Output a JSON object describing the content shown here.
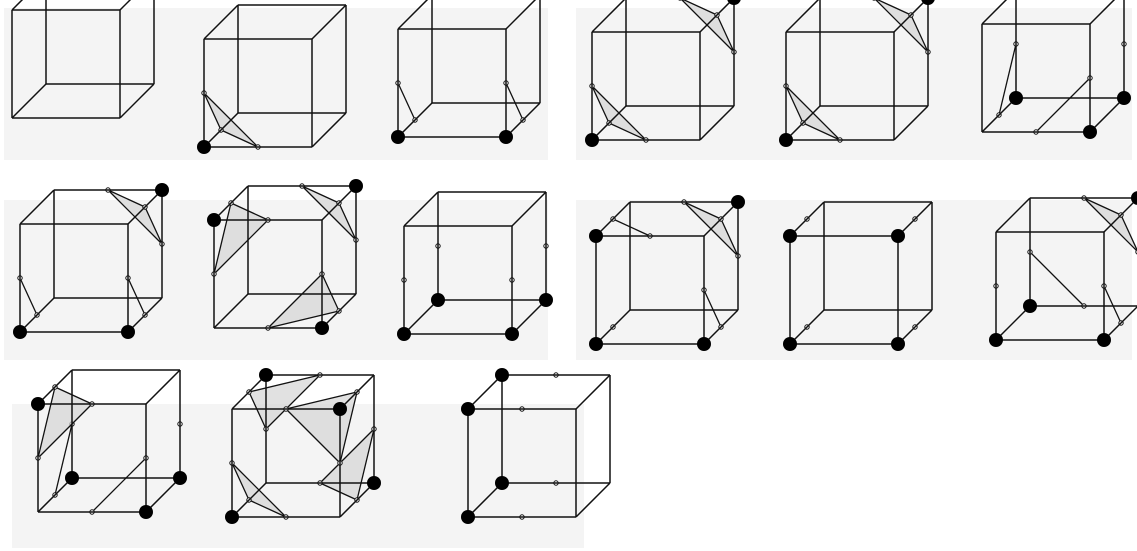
{
  "figure": {
    "description_visible_text": "",
    "colors": {
      "panel": "#f4f4f4",
      "line": "#111111",
      "fill": "#d4d4d4",
      "marked_vertex": "#000000"
    },
    "cases": [
      {
        "id": 0,
        "marked_vertices": []
      },
      {
        "id": 1,
        "marked_vertices": [
          0
        ]
      },
      {
        "id": 2,
        "marked_vertices": [
          0,
          1
        ]
      },
      {
        "id": 3,
        "marked_vertices": [
          0,
          6
        ]
      },
      {
        "id": 4,
        "marked_vertices": [
          0,
          6
        ]
      },
      {
        "id": 5,
        "marked_vertices": [
          1,
          4,
          5
        ]
      },
      {
        "id": 6,
        "marked_vertices": [
          0,
          1,
          6
        ]
      },
      {
        "id": 7,
        "marked_vertices": [
          1,
          3,
          6
        ]
      },
      {
        "id": 8,
        "marked_vertices": [
          0,
          1,
          4,
          5
        ]
      },
      {
        "id": 9,
        "marked_vertices": [
          0,
          3,
          6,
          1
        ]
      },
      {
        "id": 10,
        "marked_vertices": [
          0,
          1,
          2,
          3
        ]
      },
      {
        "id": 11,
        "marked_vertices": [
          0,
          1,
          4,
          6
        ]
      },
      {
        "id": 12,
        "marked_vertices": [
          1,
          4,
          5,
          3
        ]
      },
      {
        "id": 13,
        "marked_vertices": [
          0,
          7,
          5,
          2
        ]
      },
      {
        "id": 14,
        "marked_vertices": [
          0,
          3,
          4,
          7
        ]
      }
    ]
  }
}
